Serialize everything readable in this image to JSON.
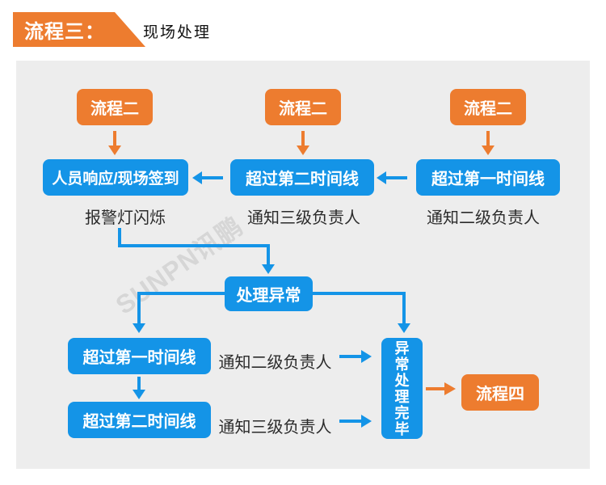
{
  "header": {
    "banner_label": "流程三：",
    "subtitle": "现场处理"
  },
  "watermark": "SUNPN讯鹏",
  "colors": {
    "orange": "#ed7c2f",
    "blue": "#1494e7",
    "panel_bg": "#ededed",
    "label_text": "#2b2b2b"
  },
  "flow": {
    "top_row": {
      "p2_left": "流程二",
      "p2_mid": "流程二",
      "p2_right": "流程二"
    },
    "second_row": {
      "respond": "人员响应/现场签到",
      "over_second": "超过第二时间线",
      "over_first": "超过第一时间线"
    },
    "captions": {
      "alarm": "报警灯闪烁",
      "notify_level3": "通知三级负责人",
      "notify_level2": "通知二级负责人"
    },
    "middle": {
      "handle_exception": "处理异常"
    },
    "bottom": {
      "over_first": "超过第一时间线",
      "over_second": "超过第二时间线",
      "notify_level2": "通知二级负责人",
      "notify_level3": "通知三级负责人",
      "done": "异常处理完毕",
      "p4": "流程四"
    }
  }
}
